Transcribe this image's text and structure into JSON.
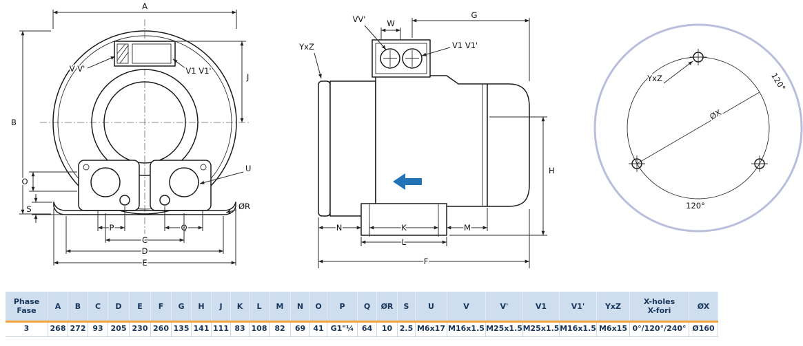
{
  "colors": {
    "table_header_bg": "#cfdeee",
    "separator_orange": "#f4a43c",
    "table_text_navy": "#17365d",
    "flange_ring": "#b9bedd",
    "flow_arrow_blue": "#2173b8"
  },
  "front_view": {
    "dim_a": "A",
    "dim_b": "B",
    "dim_j": "J",
    "dim_o": "O",
    "dim_s": "S",
    "dim_p": "P",
    "dim_q": "Q",
    "dim_c": "C",
    "dim_d": "D",
    "dim_e": "E",
    "label_u": "U",
    "label_r": "ØR",
    "label_v": "V V'",
    "label_v1": "V1 V1'"
  },
  "side_view": {
    "label_v": "VV'",
    "dim_w": "W",
    "dim_g": "G",
    "label_v1": "V1 V1'",
    "label_yxz": "YxZ",
    "dim_h": "H",
    "dim_n": "N",
    "dim_k": "K",
    "dim_m": "M",
    "dim_l": "L",
    "dim_f": "F"
  },
  "flange_view": {
    "label_yxz": "YxZ",
    "label_dx": "ØX",
    "angle_upper": "120°",
    "angle_lower": "120°"
  },
  "table": {
    "columns": [
      {
        "h1": "Phase",
        "h2": "Fase",
        "v": "3"
      },
      {
        "h1": "A",
        "v": "268"
      },
      {
        "h1": "B",
        "v": "272"
      },
      {
        "h1": "C",
        "v": "93"
      },
      {
        "h1": "D",
        "v": "205"
      },
      {
        "h1": "E",
        "v": "230"
      },
      {
        "h1": "F",
        "v": "260"
      },
      {
        "h1": "G",
        "v": "135"
      },
      {
        "h1": "H",
        "v": "141"
      },
      {
        "h1": "J",
        "v": "111"
      },
      {
        "h1": "K",
        "v": "83"
      },
      {
        "h1": "L",
        "v": "108"
      },
      {
        "h1": "M",
        "v": "82"
      },
      {
        "h1": "N",
        "v": "69"
      },
      {
        "h1": "O",
        "v": "41"
      },
      {
        "h1": "P",
        "v": "G1\"¼"
      },
      {
        "h1": "Q",
        "v": "64"
      },
      {
        "h1": "ØR",
        "v": "10"
      },
      {
        "h1": "S",
        "v": "2.5"
      },
      {
        "h1": "U",
        "v": "M6x17"
      },
      {
        "h1": "V",
        "v": "M16x1.5"
      },
      {
        "h1": "V'",
        "v": "M25x1.5"
      },
      {
        "h1": "V1",
        "v": "M25x1.5"
      },
      {
        "h1": "V1'",
        "v": "M16x1.5"
      },
      {
        "h1": "YxZ",
        "v": "M6x15"
      },
      {
        "h1": "X-holes",
        "h2": "X-fori",
        "v": "0°/120°/240°"
      },
      {
        "h1": "ØX",
        "v": "Ø160"
      }
    ]
  }
}
